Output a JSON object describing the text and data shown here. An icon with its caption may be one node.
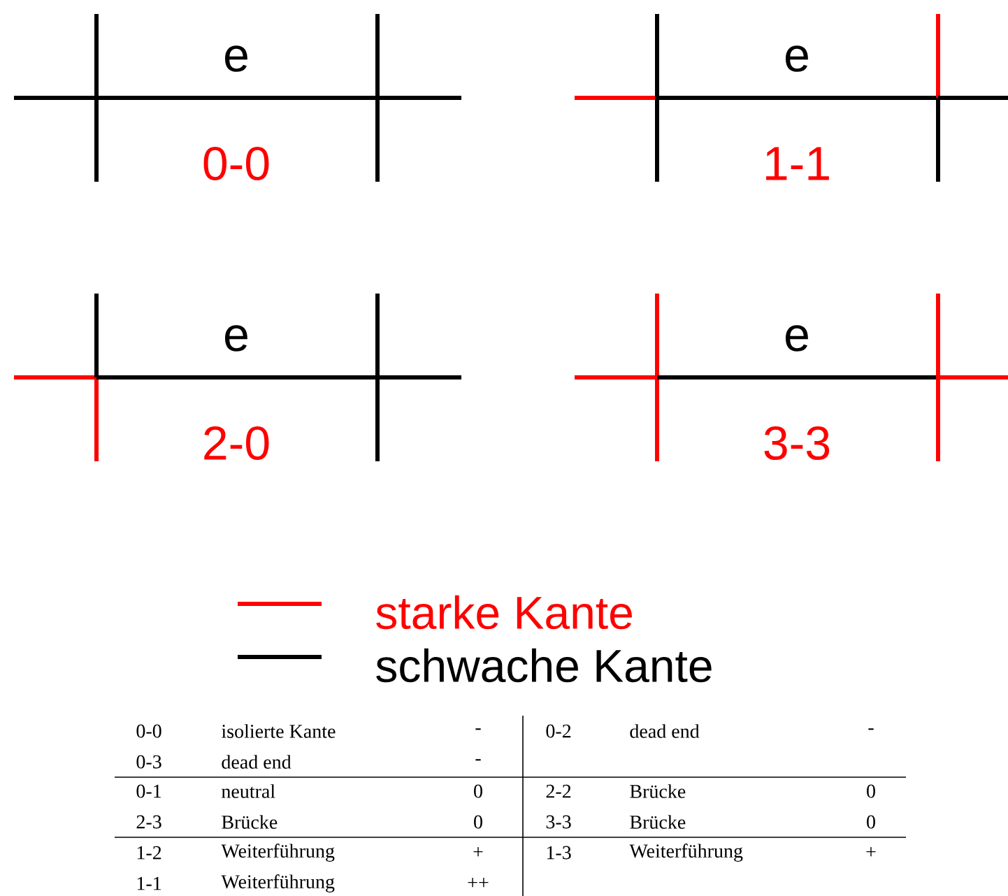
{
  "diagram": {
    "labels": [
      "e",
      "e",
      "0-0",
      "1-1",
      "e",
      "e",
      "2-0",
      "3-3",
      "0-0",
      "isolierte Kante",
      "-",
      "0-2",
      "dead end",
      "-",
      "0-3",
      "dead end",
      "-",
      "0-1",
      "neutral",
      "0",
      "2-2",
      "Brücke",
      "0",
      "2-3",
      "Brücke",
      "0",
      "3-3",
      "Brücke",
      "0",
      "1-2",
      "Weiterführung",
      "+",
      "1-3",
      "Weiterführung",
      "+",
      "1-1",
      "Weiterführung",
      "++"
    ],
    "legend": [
      {
        "text": "starke Kante"
      },
      {
        "text": "schwache Kante"
      }
    ]
  }
}
